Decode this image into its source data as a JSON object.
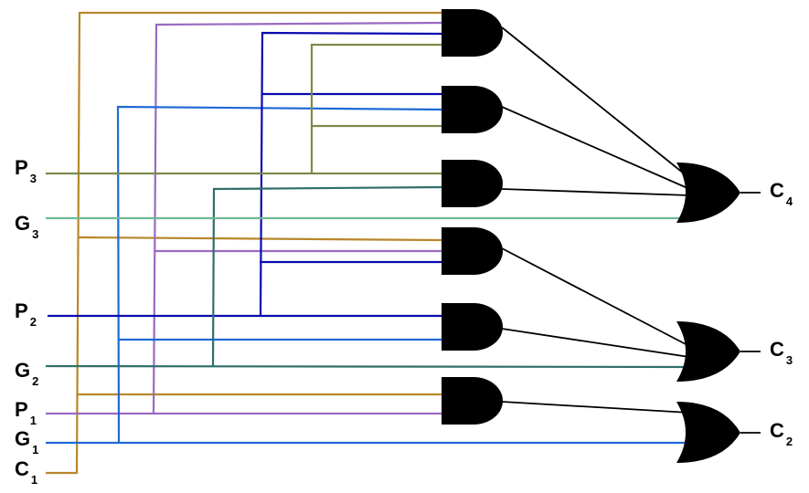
{
  "diagram": {
    "title": "",
    "inputs": [
      {
        "id": "P3",
        "letter": "P",
        "index": "3",
        "color": "#7a8a4a"
      },
      {
        "id": "G3",
        "letter": "G",
        "index": "3",
        "color": "#6fb896"
      },
      {
        "id": "P2",
        "letter": "P",
        "index": "2",
        "color": "#0a0ab0"
      },
      {
        "id": "G2",
        "letter": "G",
        "index": "2",
        "color": "#2f6e6a"
      },
      {
        "id": "P1",
        "letter": "P",
        "index": "1",
        "color": "#9a6ac0"
      },
      {
        "id": "G1",
        "letter": "G",
        "index": "1",
        "color": "#1e6ad6"
      },
      {
        "id": "C1",
        "letter": "C",
        "index": "1",
        "color": "#b8862a"
      }
    ],
    "outputs": [
      {
        "id": "C4",
        "letter": "C",
        "index": "4"
      },
      {
        "id": "C3",
        "letter": "C",
        "index": "3"
      },
      {
        "id": "C2",
        "letter": "C",
        "index": "2"
      }
    ],
    "and_gates": [
      {
        "id": "and1",
        "inputs": [
          "C1",
          "P1",
          "P2",
          "P3"
        ],
        "feeds": "C4"
      },
      {
        "id": "and2",
        "inputs": [
          "P2",
          "G1",
          "P3"
        ],
        "feeds": "C4"
      },
      {
        "id": "and3",
        "inputs": [
          "P3",
          "G2"
        ],
        "feeds": "C4"
      },
      {
        "id": "and4",
        "inputs": [
          "C1",
          "P1",
          "P2"
        ],
        "feeds": "C3"
      },
      {
        "id": "and5",
        "inputs": [
          "P2",
          "G1"
        ],
        "feeds": "C3"
      },
      {
        "id": "and6",
        "inputs": [
          "C1",
          "P1"
        ],
        "feeds": "C2"
      }
    ],
    "or_gates": [
      {
        "id": "or_c4",
        "output": "C4",
        "direct_input": "G3"
      },
      {
        "id": "or_c3",
        "output": "C3",
        "direct_input": "G2"
      },
      {
        "id": "or_c2",
        "output": "C2",
        "direct_input": "G1"
      }
    ],
    "gate_color": "#000000",
    "output_wire_color": "#000000"
  }
}
